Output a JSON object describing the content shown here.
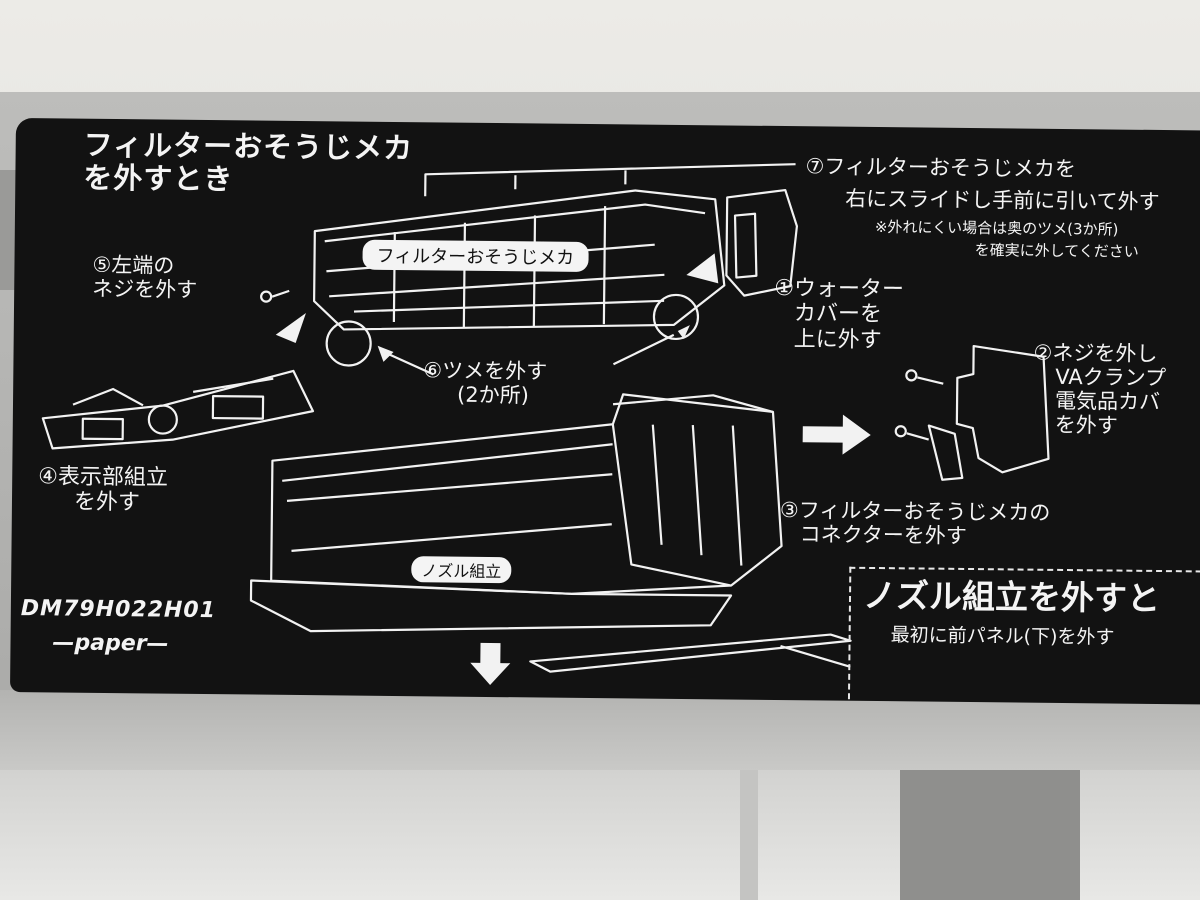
{
  "label": {
    "title_line1": "フィルターおそうじメカ",
    "title_line2": "を外すとき",
    "step7_line1": "⑦フィルターおそうじメカを",
    "step7_line2": "右にスライドし手前に引いて外す",
    "step7_note1": "※外れにくい場合は奥のツメ(3か所)",
    "step7_note2": "を確実に外してください",
    "step5_line1": "⑤左端の",
    "step5_line2": "ネジを外す",
    "step1_line1": "①ウォーター",
    "step1_line2": "カバーを",
    "step1_line3": "上に外す",
    "step2_line1": "②ネジを外し",
    "step2_line2": "VAクランプ",
    "step2_line3": "電気品カバ",
    "step2_line4": "を外す",
    "step6_line1": "⑥ツメを外す",
    "step6_line2": "(2か所)",
    "step4_line1": "④表示部組立",
    "step4_line2": "を外す",
    "step3_line1": "③フィルターおそうじメカの",
    "step3_line2": "コネクターを外す",
    "tag_filter_mech": "フィルターおそうじメカ",
    "tag_nozzle": "ノズル組立",
    "model_number": "DM79H022H01",
    "material": "—paper—",
    "nozzle_title": "ノズル組立を外すと",
    "nozzle_sub": "最初に前パネル(下)を外す"
  },
  "colors": {
    "label_bg": "#121212",
    "print": "#f4f4f4",
    "housing": "#b5b5b3"
  }
}
